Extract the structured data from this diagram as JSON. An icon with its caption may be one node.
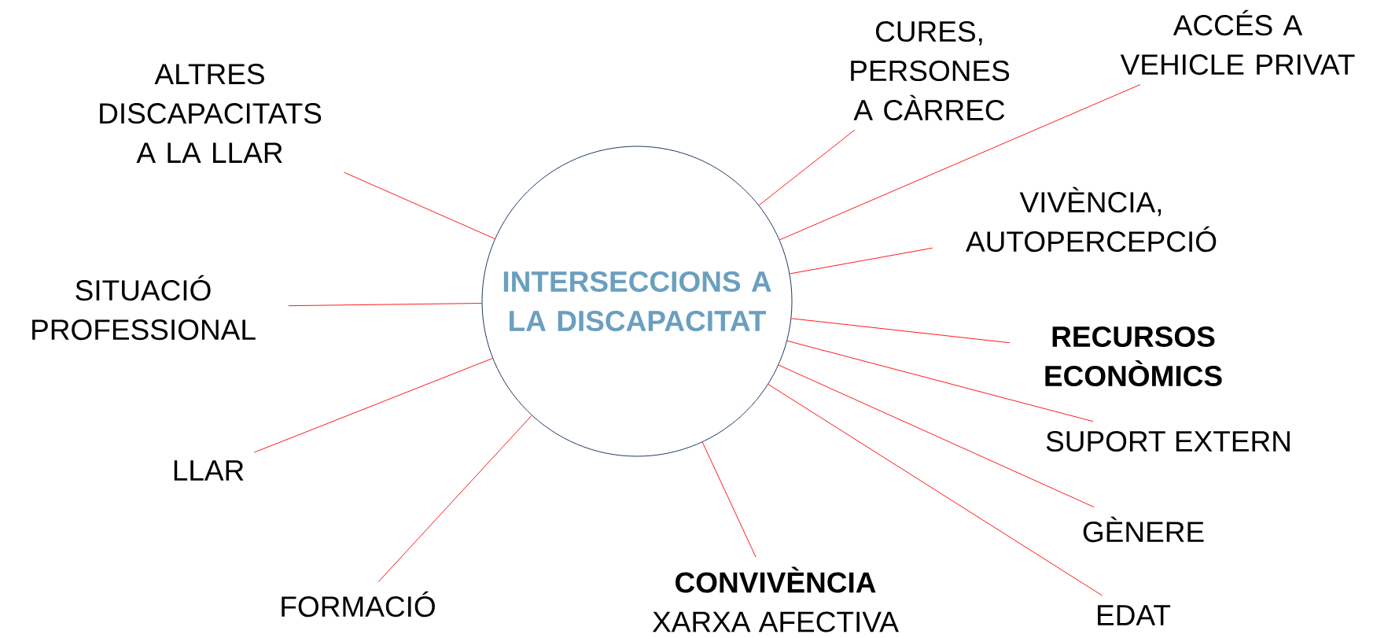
{
  "diagram": {
    "nodes": [
      {
        "text": [
          "**INTERSECCIONS A LA DISCAPACITAT**"
        ]
      },
      {
        "text": [
          "ALTRES DISCAPACITATS A LA LLAR"
        ]
      },
      {
        "text": [
          "CURES, PERSONES A CÀRREC"
        ]
      },
      {
        "text": [
          "ACCÉS A VEHICLE PRIVAT"
        ]
      },
      {
        "text": [
          "VIVÈNCIA, AUTOPERCEPCIÓ"
        ]
      },
      {
        "text": [
          "SITUACIÓ PROFESSIONAL"
        ]
      },
      {
        "text": [
          "**RECURSOS ECONÒMICS**"
        ]
      },
      {
        "text": [
          "SUPORT EXTERN"
        ]
      },
      {
        "text": [
          "LLAR"
        ]
      },
      {
        "text": [
          "GÈNERE"
        ]
      },
      {
        "text": [
          "FORMACIÓ"
        ]
      },
      {
        "text": [
          "**CONVIVÈNCIA**",
          "XARXA AFECTIVA"
        ]
      },
      {
        "text": [
          "EDAT"
        ]
      }
    ],
    "edges": [
      {
        "from": 0,
        "to": 1,
        "arrow": "none"
      },
      {
        "from": 0,
        "to": 2,
        "arrow": "none"
      },
      {
        "from": 0,
        "to": 3,
        "arrow": "none"
      },
      {
        "from": 0,
        "to": 4,
        "arrow": "none"
      },
      {
        "from": 0,
        "to": 5,
        "arrow": "none"
      },
      {
        "from": 0,
        "to": 6,
        "arrow": "none"
      },
      {
        "from": 0,
        "to": 7,
        "arrow": "none"
      },
      {
        "from": 0,
        "to": 8,
        "arrow": "none"
      },
      {
        "from": 0,
        "to": 9,
        "arrow": "none"
      },
      {
        "from": 0,
        "to": 10,
        "arrow": "none"
      },
      {
        "from": 0,
        "to": 11,
        "arrow": "none"
      },
      {
        "from": 0,
        "to": 12,
        "arrow": "none"
      }
    ]
  }
}
